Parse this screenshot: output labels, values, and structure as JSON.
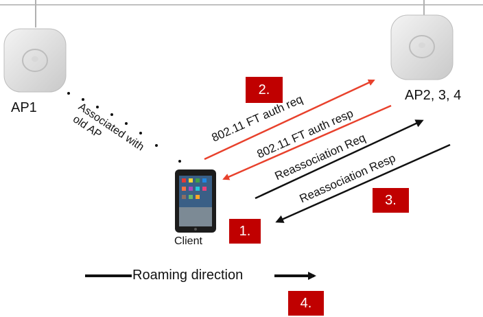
{
  "access_points": {
    "ap1_label": "AP1",
    "ap2_label": "AP2, 3, 4"
  },
  "client": {
    "label": "Client"
  },
  "association_note": "Associated with old AP",
  "association_note_line1": "Associated with",
  "association_note_line2": "old AP",
  "messages": {
    "ft_auth_req": "802.11 FT auth req",
    "ft_auth_resp": "802.11 FT auth resp",
    "reassoc_req": "Reassociation Req",
    "reassoc_resp": "Reassociation Resp"
  },
  "roaming": {
    "label": "Roaming direction"
  },
  "steps": {
    "s1": "1.",
    "s2": "2.",
    "s3": "3.",
    "s4": "4."
  },
  "colors": {
    "request_arrow": "#e8412c",
    "plain_arrow": "#111111",
    "badge": "#c00000"
  },
  "icons": {
    "access_point": "access-point-icon",
    "tablet": "tablet-icon"
  }
}
